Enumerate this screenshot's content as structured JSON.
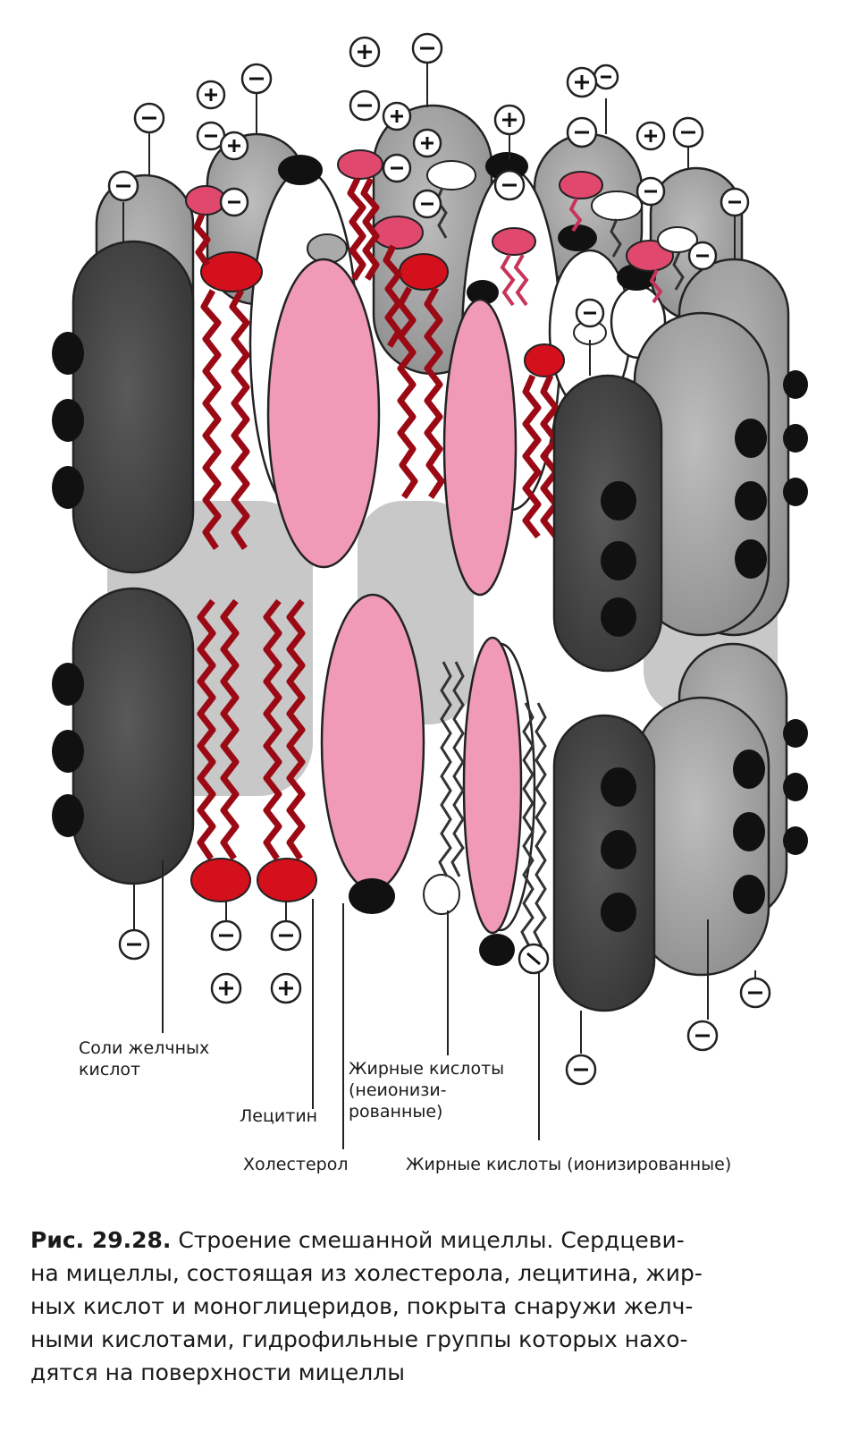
{
  "charges": {
    "minus": "−",
    "plus": "+"
  },
  "labels": {
    "bile_salts_line1": "Соли желчных",
    "bile_salts_line2": "кислот",
    "lecithin": "Лецитин",
    "cholesterol": "Холестерол",
    "fa_nonionized_line1": "Жирные кислоты",
    "fa_nonionized_line2": "(неионизи-",
    "fa_nonionized_line3": "рованные)",
    "fa_ionized": "Жирные кислоты (ионизированные)"
  },
  "caption": {
    "figure_number": "Рис. 29.28.",
    "lines": [
      " Строение смешанной мицеллы. Сердцеви-",
      "на мицеллы, состоящая из холестерола, лецитина, жир-",
      "ных кислот и моноглицеридов, покрыта снаружи желч-",
      "ными кислотами, гидрофильные группы которых нахо-",
      "дятся на поверхности мицеллы"
    ]
  },
  "colors": {
    "bile_salt_dark": "#474747",
    "bile_salt_light": "#a9a9a9",
    "lecithin_red": "#d4101c",
    "chain_dark_red": "#9b0a14",
    "cholesterol_pink": "#f09ab8",
    "fatty_acid_head": "#e0486e",
    "black_group": "#111111"
  }
}
